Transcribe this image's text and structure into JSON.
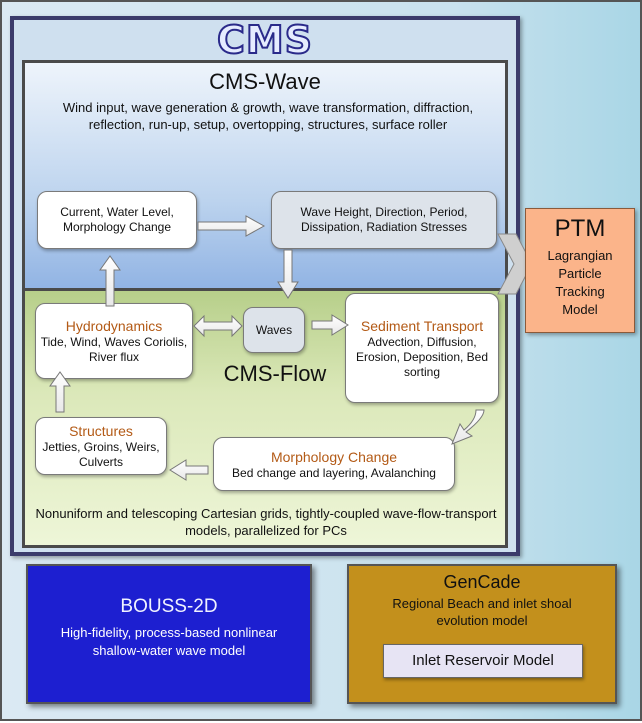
{
  "cms": {
    "title": "CMS"
  },
  "wave": {
    "title": "CMS-Wave",
    "description": "Wind input, wave generation & growth, wave transformation, diffraction, reflection, run-up, setup, overtopping, structures, surface roller",
    "inputs_box": "Current, Water Level, Morphology Change",
    "outputs_box": "Wave Height, Direction, Period, Dissipation, Radiation Stresses"
  },
  "flow": {
    "title": "CMS-Flow",
    "hydrodynamics": {
      "title": "Hydrodynamics",
      "detail": "Tide, Wind, Waves Coriolis, River flux"
    },
    "waves": "Waves",
    "sediment": {
      "title": "Sediment Transport",
      "detail": "Advection, Diffusion, Erosion, Deposition, Bed sorting"
    },
    "structures": {
      "title": "Structures",
      "detail": "Jetties, Groins, Weirs, Culverts"
    },
    "morphology": {
      "title": "Morphology Change",
      "detail": "Bed change and layering, Avalanching"
    },
    "description": "Nonuniform and telescoping Cartesian grids, tightly-coupled wave-flow-transport models, parallelized for PCs"
  },
  "ptm": {
    "title": "PTM",
    "detail": "Lagrangian Particle Tracking Model"
  },
  "bouss": {
    "title": "BOUSS-2D",
    "detail": "High-fidelity, process-based nonlinear shallow-water wave model"
  },
  "gencade": {
    "title": "GenCade",
    "detail": "Regional Beach and inlet shoal evolution model",
    "inlet": "Inlet Reservoir Model"
  },
  "colors": {
    "bouss": "#1d1fd0",
    "gencade": "#c3901c",
    "ptm": "#fbb48a",
    "accent": "#b35a16"
  }
}
